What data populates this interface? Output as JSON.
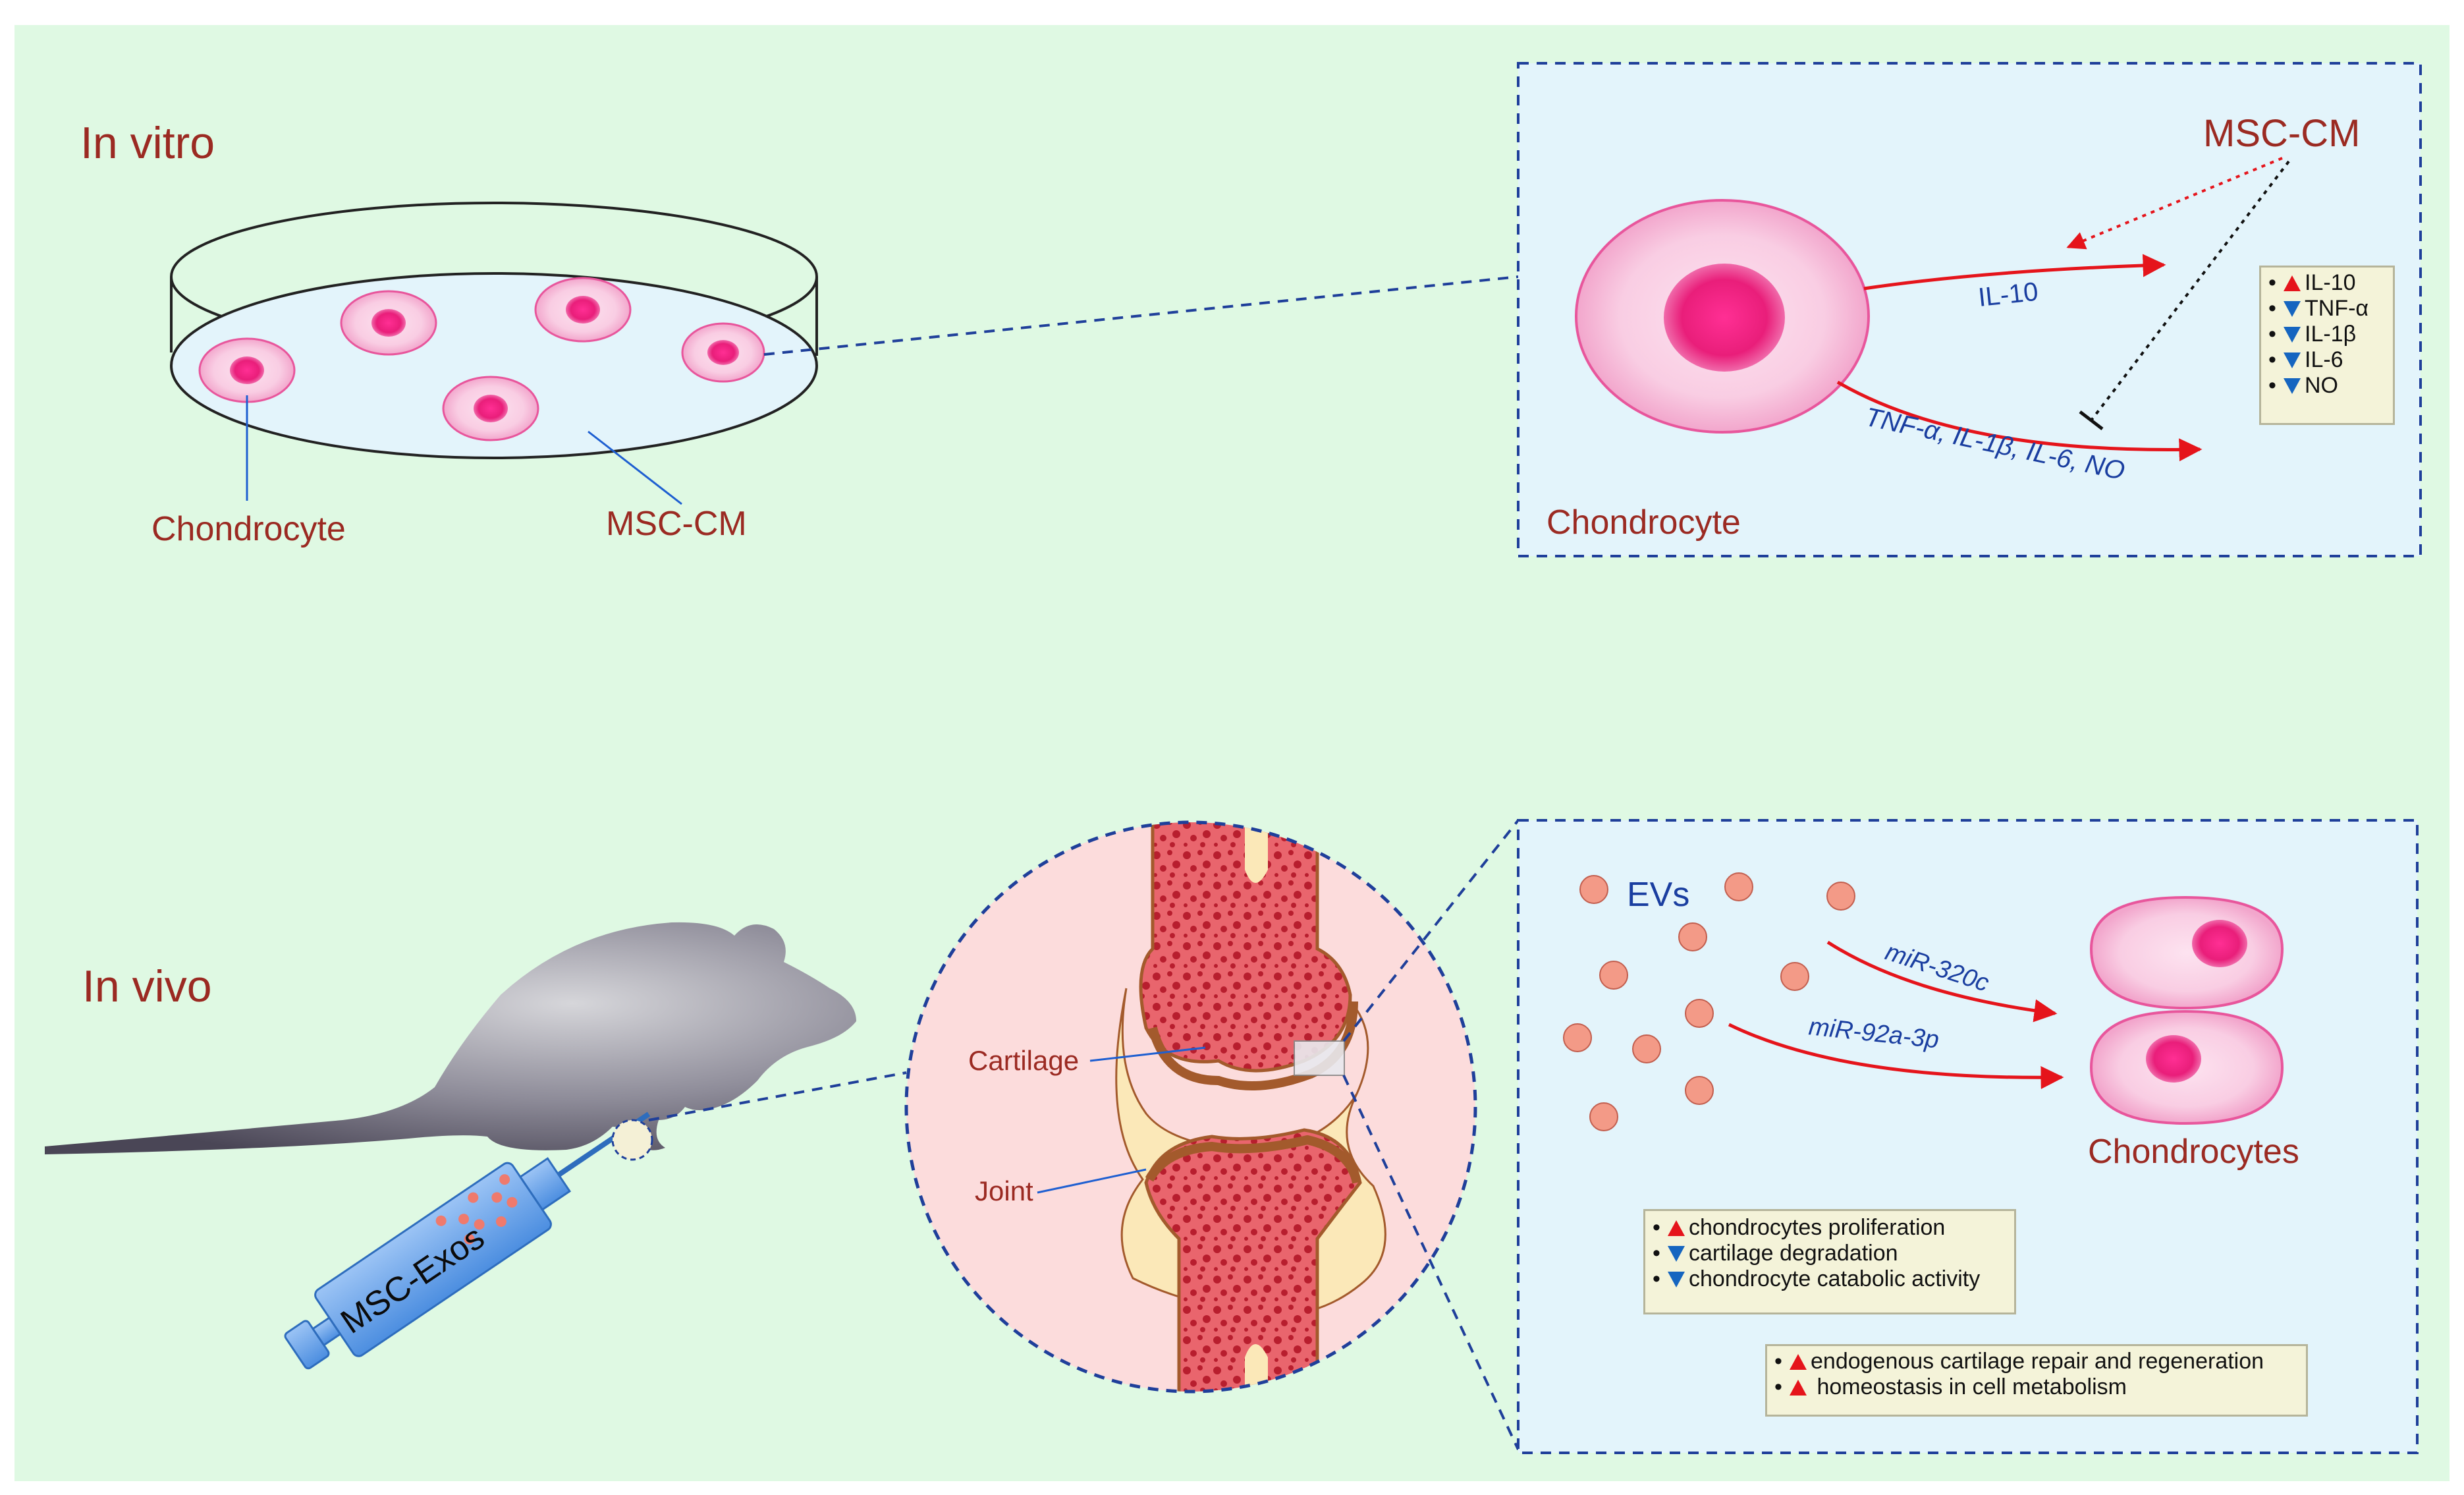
{
  "colors": {
    "background": "#dff9e3",
    "panel": "#e3f4fb",
    "panel_border": "#1f3f9a",
    "title_red": "#9b2a22",
    "label_blue": "#1a3ea0",
    "arrow_red": "#e5141b",
    "cell_pink": "#f8c6e0",
    "nucleus": "#e6217f"
  },
  "in_vitro": {
    "section_title": "In vitro",
    "dish_labels": {
      "chondrocyte": "Chondrocyte",
      "medium": "MSC-CM"
    },
    "panel": {
      "source": "MSC-CM",
      "arrow_upper_label": "IL-10",
      "arrow_lower_label": "TNF-α, IL-1β, IL-6, NO",
      "cell_label": "Chondrocyte",
      "legend": [
        {
          "direction": "up",
          "text": "IL-10"
        },
        {
          "direction": "down",
          "text": "TNF-α"
        },
        {
          "direction": "down",
          "text": "IL-1β"
        },
        {
          "direction": "down",
          "text": "IL-6"
        },
        {
          "direction": "down",
          "text": "NO"
        }
      ]
    }
  },
  "in_vivo": {
    "section_title": "In vivo",
    "syringe_label": "MSC-Exos",
    "joint_labels": {
      "cartilage": "Cartilage",
      "joint": "Joint"
    },
    "panel": {
      "evs_label": "EVs",
      "arrow_upper_label": "miR-320c",
      "arrow_lower_label": "miR-92a-3p",
      "cells_label": "Chondrocytes",
      "effects_box_1": [
        {
          "direction": "up",
          "text": "chondrocytes proliferation"
        },
        {
          "direction": "down",
          "text": "cartilage degradation"
        },
        {
          "direction": "down",
          "text": "chondrocyte catabolic activity"
        }
      ],
      "effects_box_2": [
        {
          "direction": "up",
          "text": "endogenous cartilage repair and regeneration"
        },
        {
          "direction": "up",
          "text": " homeostasis in cell metabolism"
        }
      ]
    }
  }
}
